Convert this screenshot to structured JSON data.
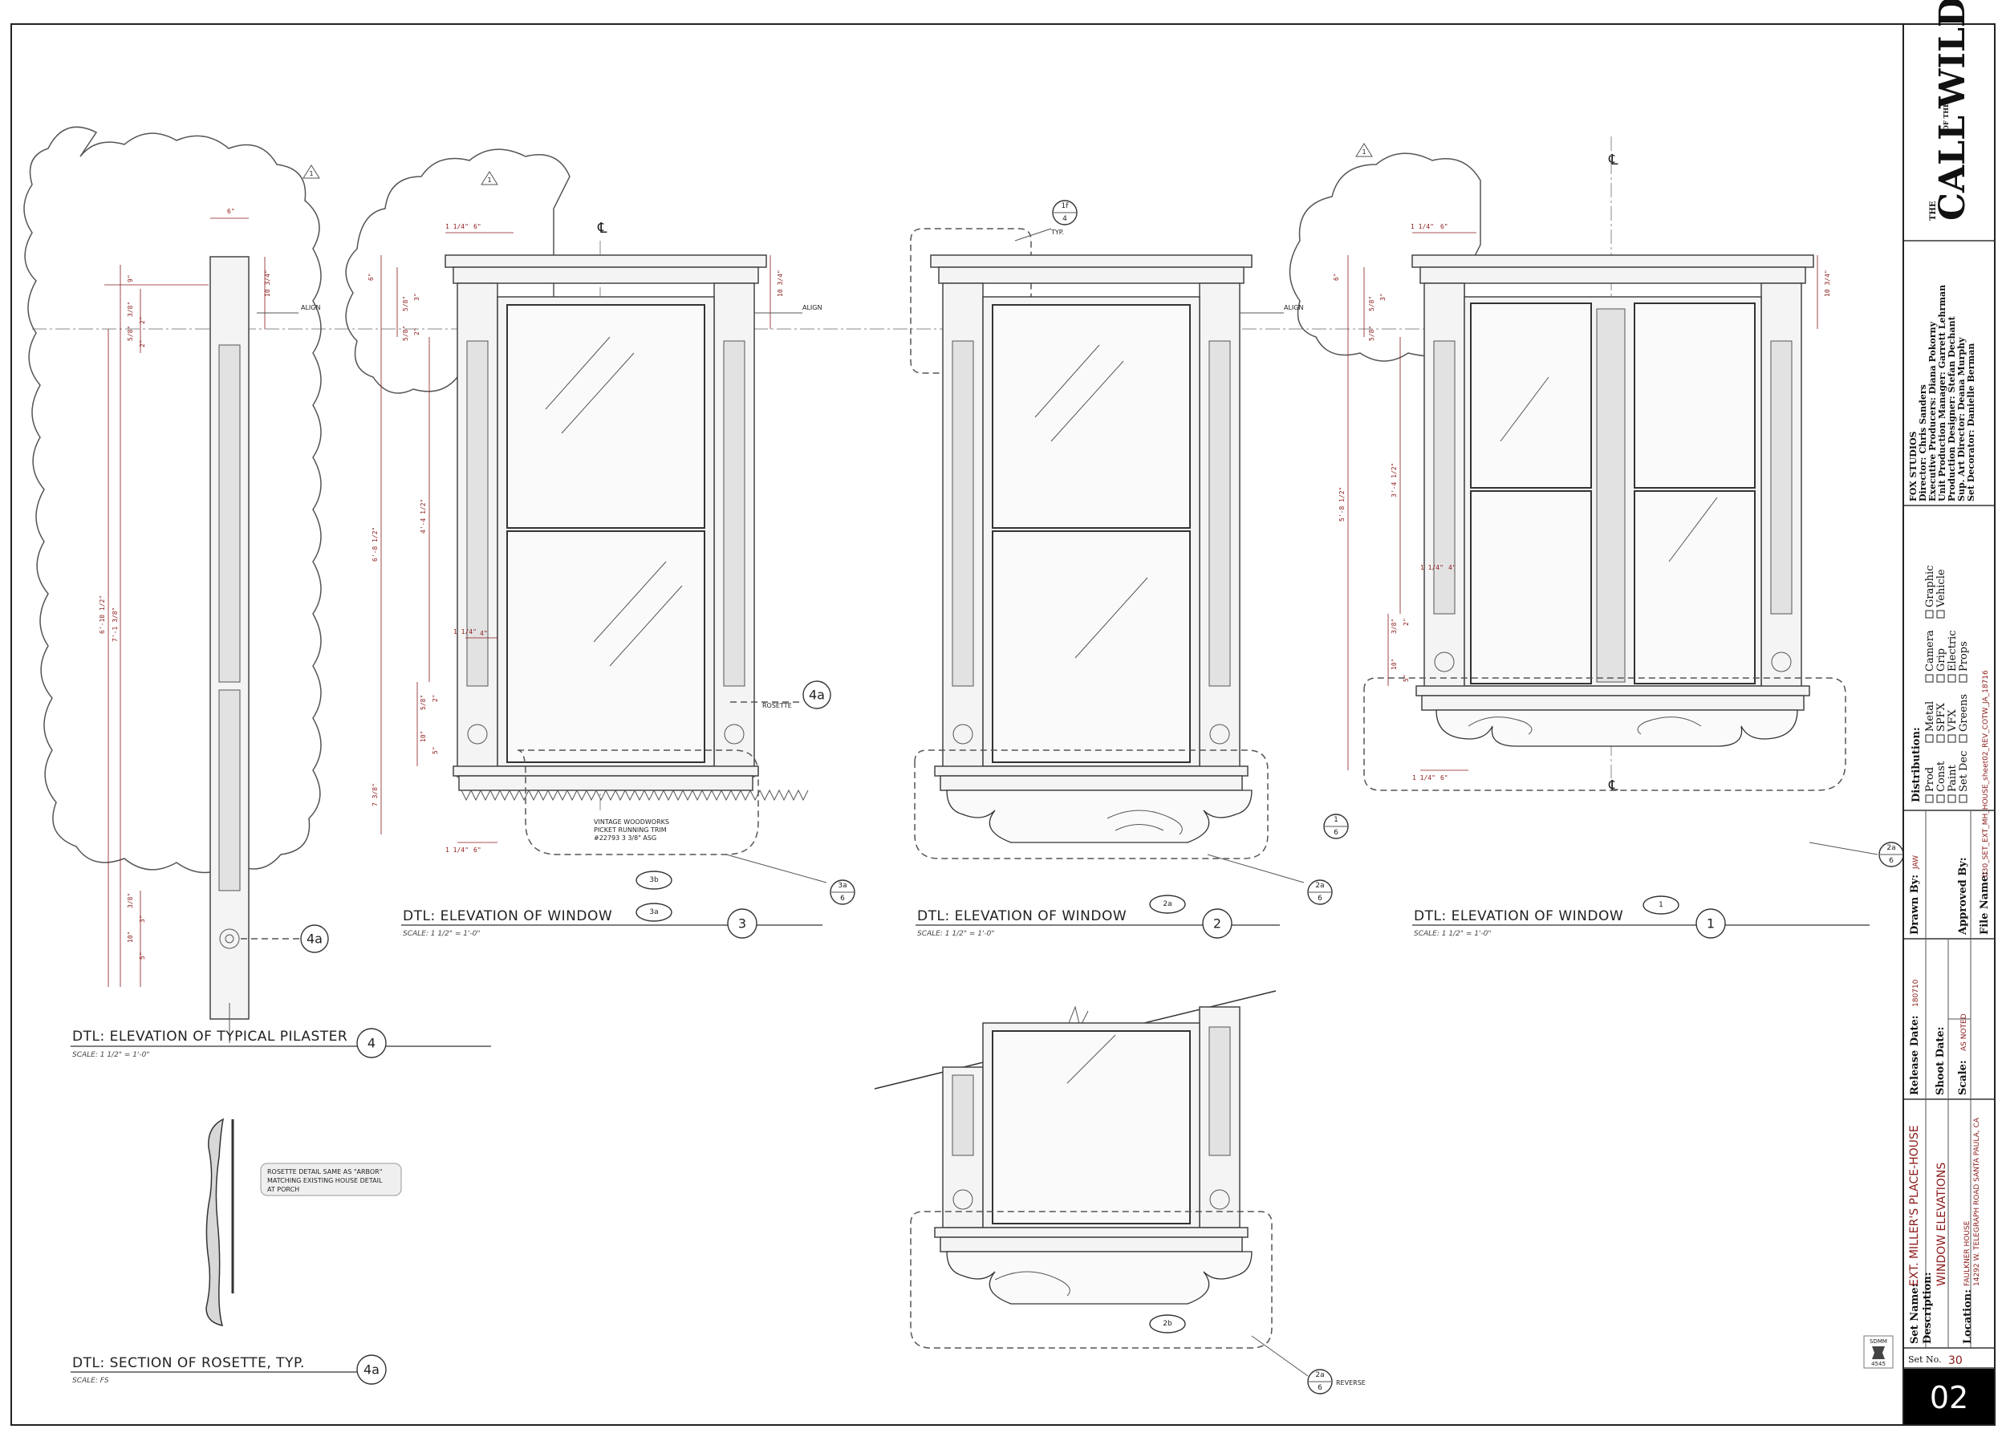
{
  "sheet": {
    "align_label": "ALIGN",
    "typ_label": "TYP.",
    "centerline_symbol": "℄",
    "revision_mark": "1"
  },
  "views": {
    "pilaster": {
      "title": "DTL:  ELEVATION OF TYPICAL PILASTER",
      "scale": "SCALE: 1 1/2\" = 1'-0\"",
      "bubble": "4"
    },
    "rosette_section": {
      "title": "DTL:  SECTION OF ROSETTE, TYP.",
      "scale": "SCALE: FS",
      "bubble": "4a",
      "note_lines": [
        "ROSETTE DETAIL SAME AS \"ARBOR\"",
        "MATCHING EXISTING HOUSE DETAIL",
        "AT PORCH"
      ]
    },
    "window3": {
      "title": "DTL:  ELEVATION OF WINDOW",
      "scale": "SCALE: 1 1/2\" = 1'-0\"",
      "bubble": "3",
      "tag_top": "3b",
      "tag_bottom": "3a",
      "callout": "4a",
      "callout_label": "ROSETTE",
      "note_lines": [
        "VINTAGE WOODWORKS",
        "PICKET RUNNING TRIM",
        "#22793  3 3/8\" ASG"
      ],
      "ref_top": "3a",
      "ref_bottom": "6"
    },
    "window2": {
      "title": "DTL:  ELEVATION OF WINDOW",
      "scale": "SCALE: 1 1/2\" = 1'-0\"",
      "bubble": "2",
      "tag": "2a",
      "ref_top": "2a",
      "ref_bottom": "6",
      "detail_top": "1f",
      "detail_bottom": "4"
    },
    "window1": {
      "title": "DTL:  ELEVATION OF WINDOW",
      "scale": "SCALE: 1 1/2\" = 1'-0\"",
      "bubble": "1",
      "tag": "1",
      "ref_top": "2a",
      "ref_bottom": "6",
      "left_ref_top": "1",
      "left_ref_bottom": "6"
    },
    "partial": {
      "tag": "2b",
      "ref_top": "2a",
      "ref_bottom": "6",
      "ref_label": "REVERSE"
    }
  },
  "dims": {
    "pilaster": [
      "6\"",
      "10 3/4\"",
      "9\"",
      "3/8\"",
      "2\"",
      "5/8\"",
      "2\"",
      "6'-10 1/2\"",
      "7'-1 3/8\"",
      "3/8\"",
      "3\"",
      "10\"",
      "5\""
    ],
    "window3": [
      "1 1/4\"",
      "6\"",
      "6\"",
      "5/8\"",
      "3\"",
      "5/8\"",
      "2\"",
      "10 3/4\"",
      "6'-8 1/2\"",
      "4'-4 1/2\"",
      "5/8\"",
      "2\"",
      "10\"",
      "5\"",
      "1 1/4\"",
      "7 3/8\"",
      "1 1/4\"",
      "6\"",
      "4\""
    ],
    "window1": [
      "1 1/4\"",
      "6\"",
      "6\"",
      "5/8\"",
      "3\"",
      "5/8\"",
      "10 3/4\"",
      "5'-8 1/2\"",
      "3'-4 1/2\"",
      "3/8\"",
      "2\"",
      "10\"",
      "5\"",
      "1 1/4\"",
      "4\"",
      "1 1/4\"",
      "6\""
    ]
  },
  "title_block": {
    "logo_lines": [
      "THE",
      "CALL",
      "OF THE",
      "WILD"
    ],
    "studio": "FOX STUDIOS",
    "credits": [
      "Director: Chris Sanders",
      "Executive Producers: Diana Pokorny",
      "Unit Production Manager: Garrett Lehrman",
      "Production Designer: Stefan Dechant",
      "Sup. Art Director: Deana Murphy",
      "Set Decorator: Danielle Berman"
    ],
    "distribution_label": "Distribution:",
    "distribution_items": [
      "Prod",
      "Const",
      "Paint",
      "Set Dec",
      "Metal",
      "SPFX",
      "VFX",
      "Greens",
      "Camera",
      "Grip",
      "Electric",
      "Props",
      "Graphic",
      "Vehicle"
    ],
    "drawn_by_label": "Drawn By:",
    "drawn_by": "JAW",
    "approved_by_label": "Approved By:",
    "file_name_label": "File Name:",
    "file_name": "030_SET_EXT_MH_HOUSE_sheet02_REV_COTW_JA_18716",
    "release_date_label": "Release Date:",
    "release_date": "180710",
    "shoot_date_label": "Shoot Date:",
    "scale_label": "Scale:",
    "scale_value": "AS NOTED",
    "set_name_label": "Set Name:",
    "set_name": "EXT. MILLER'S PLACE-HOUSE",
    "description_label": "Description:",
    "description": "WINDOW ELEVATIONS",
    "location_label": "Location:",
    "location_lines": [
      "FAULKNER HOUSE",
      "14292 W. TELEGRAPH ROAD SANTA PAULA, CA"
    ],
    "union_lines": [
      "SDMM",
      "4545"
    ],
    "set_no_label": "Set No.",
    "set_no": "30",
    "sheet_no": "02"
  },
  "colors": {
    "accent": "#8b1a1a",
    "ink": "#222222",
    "panel": "#e2e2e2"
  }
}
